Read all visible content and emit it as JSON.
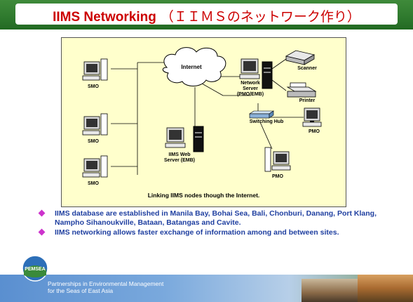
{
  "title": {
    "bold": "IIMS Networking",
    "rest": "（ＩＩＭＳのネットワーク作り）"
  },
  "diagram": {
    "cloud_label": "Internet",
    "smo_labels": [
      "SMO",
      "SMO",
      "SMO"
    ],
    "web_server_label": [
      "IIMS Web",
      "Server (EMB)"
    ],
    "network_server_label": [
      "Network",
      "Server",
      "(PMO/EMB)"
    ],
    "scanner_label": "Scanner",
    "printer_label": "Printer",
    "hub_label": "Switching Hub",
    "pmo_labels": [
      "PMO",
      "PMO"
    ],
    "caption": "Linking IIMS nodes though the Internet."
  },
  "bullets": [
    "IIMS database are established in Manila Bay, Bohai Sea, Bali, Chonburi, Danang, Port Klang, Nampho Sihanoukville, Bataan, Batangas and Cavite.",
    "IIMS networking allows faster exchange of information among and between sites."
  ],
  "footer": {
    "line1": "Partnerships in Environmental Management",
    "line2": "for the Seas of East Asia",
    "logo_text": "PEMSEA"
  },
  "colors": {
    "title_red": "#cc0000",
    "bullet_blue": "#1f3fa0",
    "bullet_marker": "#cc33cc",
    "diagram_bg": "#ffffcc",
    "header_green": "#2f7a2e"
  }
}
